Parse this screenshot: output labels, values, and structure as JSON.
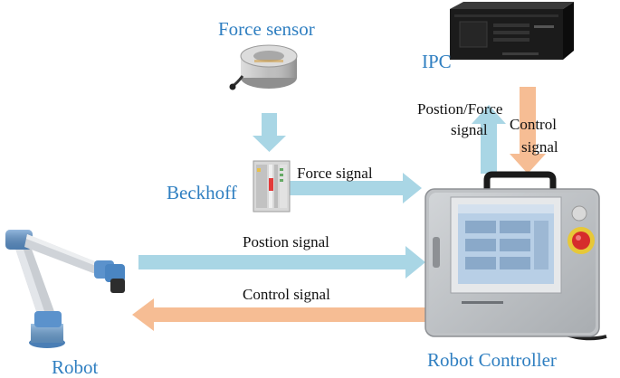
{
  "nodes": {
    "force_sensor": {
      "label": "Force sensor"
    },
    "ipc": {
      "label": "IPC"
    },
    "beckhoff": {
      "label": "Beckhoff"
    },
    "robot": {
      "label": "Robot"
    },
    "robot_controller": {
      "label": "Robot Controller"
    }
  },
  "edges": {
    "force_signal": {
      "label": "Force signal"
    },
    "position_force_signal": {
      "line1": "Postion/Force",
      "line2": "signal"
    },
    "control_signal_ipc": {
      "line1": "Control",
      "line2": "signal"
    },
    "position_signal": {
      "label": "Postion signal"
    },
    "control_signal_robot": {
      "label": "Control signal"
    }
  },
  "colors": {
    "label_blue": "#2f7fc1",
    "arrow_blue": "#a9d6e5",
    "arrow_orange": "#f6bd94"
  }
}
